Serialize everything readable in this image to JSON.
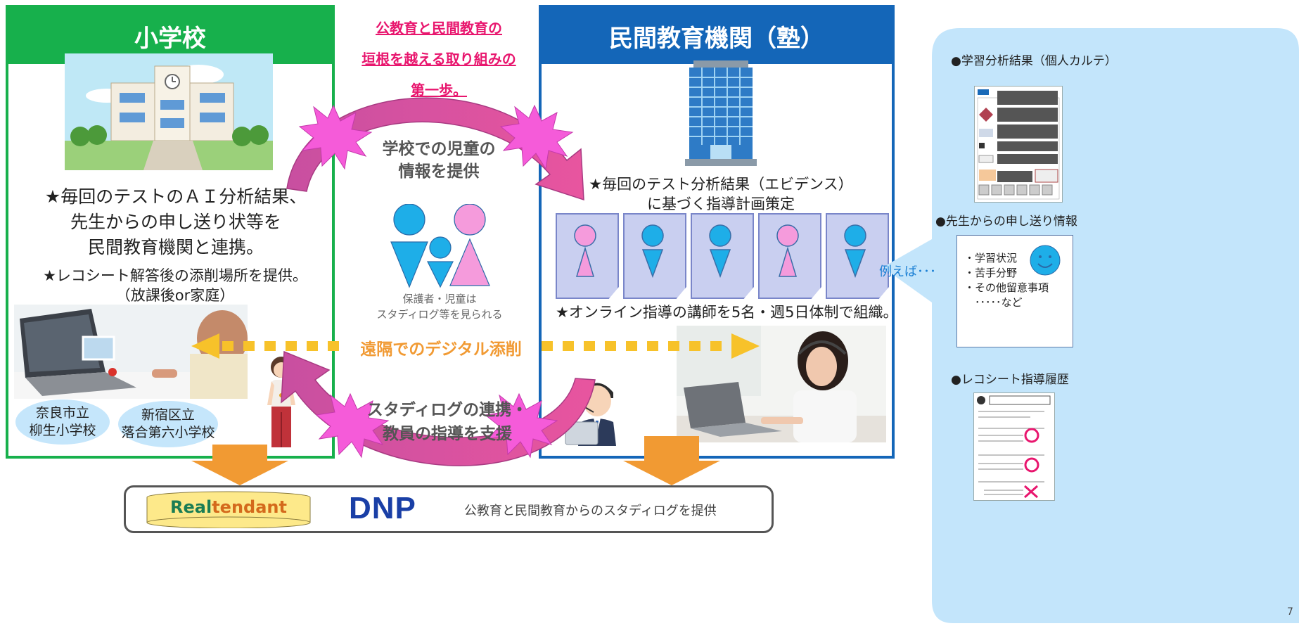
{
  "left_panel": {
    "title": "小学校",
    "desc_lines": [
      "★毎回のテストのＡＩ分析結果、",
      "先生からの申し送り状等を",
      "民間教育機関と連携。"
    ],
    "reco_lines": [
      "★レコシート解答後の添削場所を提供。",
      "（放課後or家庭）"
    ],
    "schools": [
      {
        "lines": [
          "奈良市立",
          "柳生小学校"
        ]
      },
      {
        "lines": [
          "新宿区立",
          "落合第六小学校"
        ]
      }
    ]
  },
  "center": {
    "headline_lines": [
      "公教育と民間教育の",
      "垣根を越える取り組みの",
      "第一歩。"
    ],
    "top_arrow_lines": [
      "学校での児童の",
      "情報を提供"
    ],
    "caption_lines": [
      "保護者・児童は",
      "スタディログ等を見られる"
    ],
    "remote_label": "遠隔でのデジタル添削",
    "bottom_arrow_lines": [
      "スタディログの連携・",
      "教員の指導を支援"
    ]
  },
  "right_panel": {
    "title": "民間教育機関（塾）",
    "plan_lines": [
      "★毎回のテスト分析結果（エビデンス）",
      "に基づく指導計画策定"
    ],
    "online_text": "★オンライン指導の講師を5名・週5日体制で組織。"
  },
  "example_label": "例えば･･･",
  "side_panel": {
    "item1": "●学習分析結果（個人カルテ）",
    "item2": "●先生からの申し送り情報",
    "note_lines": [
      "・学習状況",
      "・苦手分野",
      "・その他留意事項",
      "　･････など"
    ],
    "item3": "●レコシート指導履歴"
  },
  "bottom_bar": {
    "logo_text_a": "Real",
    "logo_text_b": "tendant",
    "brand": "DNP",
    "text": "公教育と民間教育からのスタディログを提供"
  },
  "page_number": "7",
  "colors": {
    "school_green": "#17b04c",
    "juku_blue": "#1466b8",
    "magenta_arrow": "#d6478f",
    "burst_pink": "#f55bd9",
    "orange_arrow": "#f19a33",
    "dotted_yellow": "#f7c22a",
    "headline_red": "#e8166e",
    "side_bg": "#c3e5fb"
  }
}
